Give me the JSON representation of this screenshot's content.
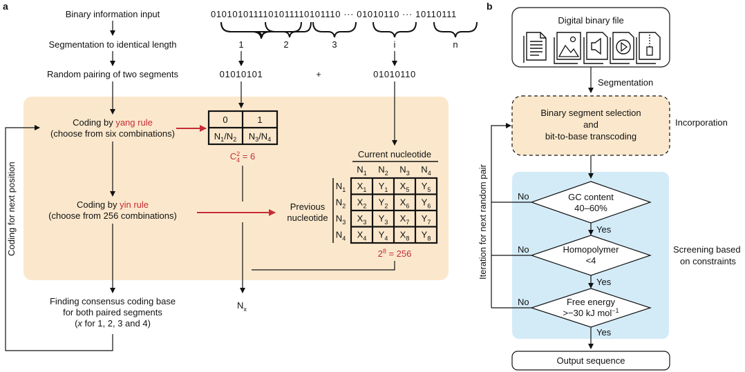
{
  "panel_a": {
    "letter": "a",
    "steps": {
      "binary_input": "Binary information input",
      "segmentation": "Segmentation to identical length",
      "random_pairing": "Random pairing of two segments",
      "yang_line1_prefix": "Coding by ",
      "yang_line1_rule": "yang rule",
      "yang_line2": "(choose from six combinations)",
      "yin_line1_prefix": "Coding by ",
      "yin_line1_rule": "yin rule",
      "yin_line2": "(choose from 256 combinations)",
      "consensus_line1": "Finding consensus coding base",
      "consensus_line2": "for both paired segments",
      "consensus_line3_x": "x",
      "consensus_line3_rest": " for 1, 2, 3 and 4)",
      "consensus_line3_open": "("
    },
    "side_label": "Coding for next position",
    "binary_sequence": "0101010111101011110101110 ··· 01010110 ··· 10110111",
    "segment_indices": [
      "1",
      "2",
      "3",
      "i",
      "n"
    ],
    "pair_left": "01010101",
    "pair_plus": "+",
    "pair_right": "01010110",
    "yang_table": {
      "headers": [
        "0",
        "1"
      ],
      "cells": [
        "N1/N2",
        "N3/N4"
      ],
      "combo": "C42 = 6"
    },
    "yin_table": {
      "title": "Current nucleotide",
      "row_label_line1": "Previous",
      "row_label_line2": "nucleotide",
      "col_headers": [
        "N1",
        "N2",
        "N3",
        "N4"
      ],
      "row_headers": [
        "N1",
        "N2",
        "N3",
        "N4"
      ],
      "rows": [
        [
          "X1",
          "Y1",
          "X5",
          "Y5"
        ],
        [
          "X2",
          "Y2",
          "X6",
          "Y6"
        ],
        [
          "X3",
          "Y3",
          "X7",
          "Y7"
        ],
        [
          "X4",
          "Y4",
          "X8",
          "Y8"
        ]
      ],
      "combo": "28 = 256"
    },
    "output_symbol": "N",
    "output_sub": "x"
  },
  "panel_b": {
    "letter": "b",
    "file_box": "Digital binary file",
    "file_icons": [
      "document-icon",
      "image-icon",
      "audio-icon",
      "video-icon",
      "archive-icon"
    ],
    "segmentation": "Segmentation",
    "selection_line1": "Binary segment selection",
    "selection_line2": "and",
    "selection_line3": "bit-to-base transcoding",
    "incorporation": "Incorporation",
    "iteration_label": "Iteration for next random pair",
    "screening_line1": "Screening based",
    "screening_line2": "on constraints",
    "constraints": [
      {
        "line1": "GC content",
        "line2": "40–60%",
        "no": "No",
        "yes": "Yes"
      },
      {
        "line1": "Homopolymer",
        "line2": "<4",
        "no": "No",
        "yes": "Yes"
      },
      {
        "line1": "Free energy",
        "line2": ">−30 kJ mol−1",
        "no": "No",
        "yes": "Yes"
      }
    ],
    "output": "Output sequence"
  },
  "colors": {
    "beige": "#fbe8cc",
    "blue": "#d3ebf7",
    "red": "#c62b35",
    "ink": "#111111"
  }
}
